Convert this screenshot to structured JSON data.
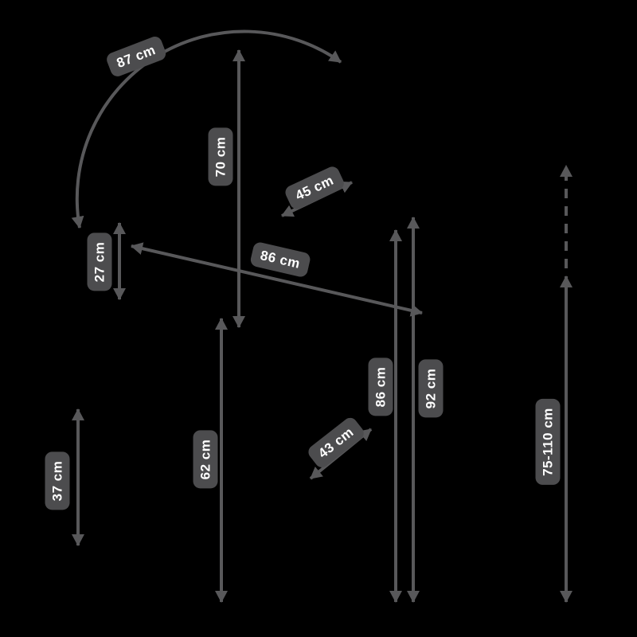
{
  "page": {
    "background_color": "#000000"
  },
  "diagram": {
    "unit": "cm",
    "arrow_color": "#58585a",
    "label_bg_color": "#4c4c4e",
    "label_text_color": "#ffffff",
    "labels": [
      "87 cm",
      "70 cm",
      "45 cm",
      "27 cm",
      "86 cm",
      "62 cm",
      "37 cm",
      "43 cm",
      "86 cm",
      "92 cm",
      "75-110 cm"
    ]
  }
}
